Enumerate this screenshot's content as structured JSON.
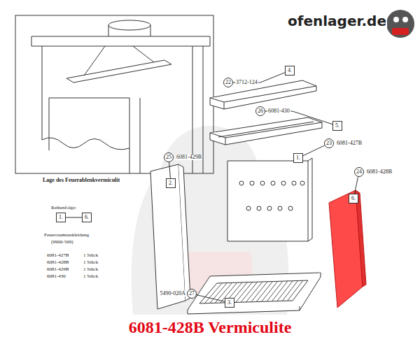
{
  "diagram": {
    "caption": "6081-428B Vermiculite",
    "nodes": [
      {
        "text": [
          "22"
        ]
      },
      {
        "text": [
          "4."
        ]
      },
      {
        "text": [
          "26"
        ]
      },
      {
        "text": [
          "5."
        ]
      },
      {
        "text": [
          "23"
        ]
      },
      {
        "text": [
          "1."
        ]
      },
      {
        "text": [
          "25"
        ]
      },
      {
        "text": [
          "2."
        ]
      },
      {
        "text": [
          "24"
        ]
      },
      {
        "text": [
          "6."
        ]
      },
      {
        "text": [
          "1."
        ]
      },
      {
        "text": [
          "6."
        ]
      },
      {
        "text": [
          "3."
        ]
      },
      {
        "text": [
          "27"
        ]
      }
    ],
    "edges": [
      {
        "from": 0,
        "to": 1,
        "arrow": "none"
      },
      {
        "from": 2,
        "to": 3,
        "arrow": "none"
      },
      {
        "from": 4,
        "to": 5,
        "arrow": "none"
      },
      {
        "from": 6,
        "to": 7,
        "arrow": "none"
      },
      {
        "from": 8,
        "to": 9,
        "arrow": "none"
      },
      {
        "from": 10,
        "to": 11,
        "arrow": "none"
      },
      {
        "from": 13,
        "to": 12,
        "arrow": "none"
      }
    ],
    "labels": [
      "ofenlager.de",
      "3712-124",
      "6081-430",
      "6081-427B",
      "6081-429B",
      "6081-428B",
      "5490-020A",
      "Lage des Feuerablenkvermiculit",
      "Reihenfolge:",
      "Feuerraumauskleidung",
      "(9900-569)",
      "6081-427B",
      "1 Stück",
      "6081-428B",
      "1 Stück",
      "6081-429B",
      "1 Stück",
      "6081-430",
      "1 Stück"
    ]
  }
}
